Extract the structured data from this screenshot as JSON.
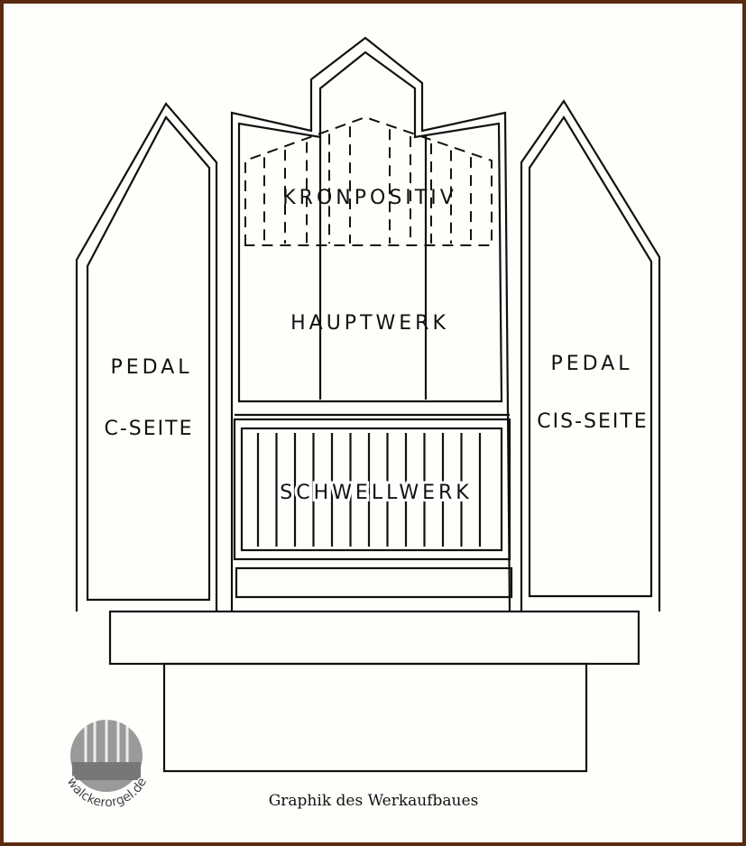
{
  "labels": {
    "kronpositiv": "KRONPOSITIV",
    "hauptwerk": "HAUPTWERK",
    "schwellwerk": "SCHWELLWERK",
    "pedal_left": "PEDAL",
    "c_seite": "C-SEITE",
    "pedal_right": "PEDAL",
    "cis_seite": "CIS-SEITE"
  },
  "caption": "Graphik des Werkaufbaues",
  "logo": {
    "text": "walckerorgel.de"
  },
  "colors": {
    "frame": "#5a2a10",
    "ink": "#111111"
  }
}
